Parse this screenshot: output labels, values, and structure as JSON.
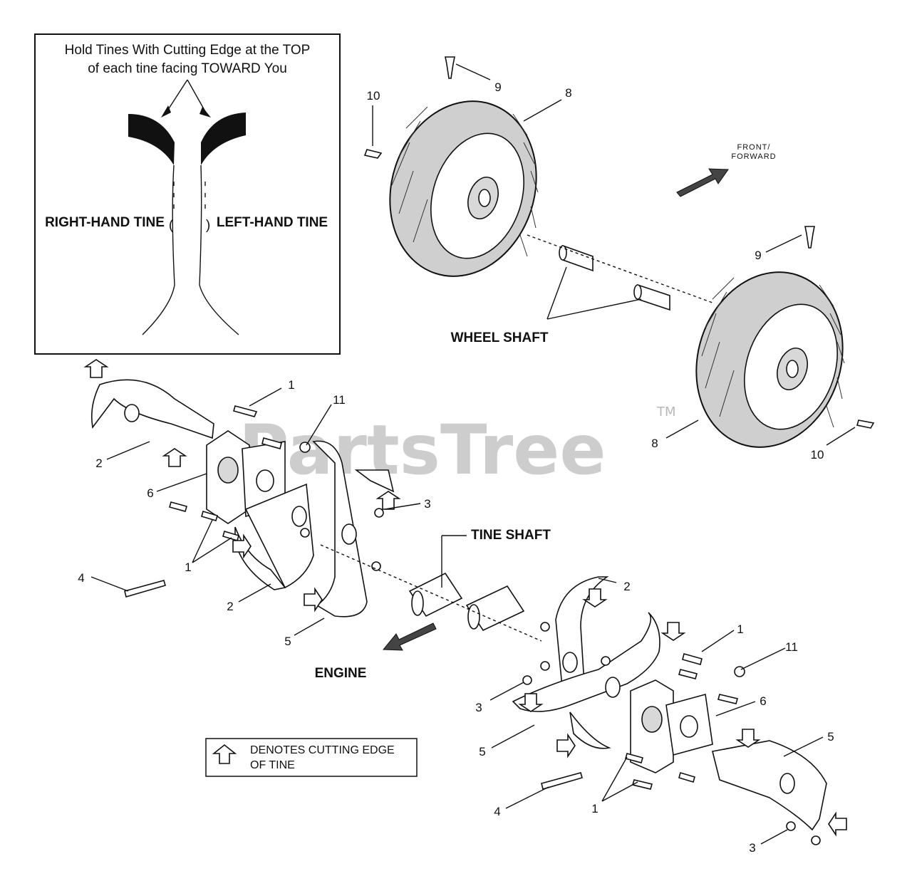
{
  "inset": {
    "instruction_line1": "Hold Tines With Cutting Edge at the TOP",
    "instruction_line2": "of each tine facing TOWARD You",
    "right_hand_label": "RIGHT-HAND TINE",
    "left_hand_label": "LEFT-HAND TINE"
  },
  "labels": {
    "wheel_shaft": "WHEEL SHAFT",
    "tine_shaft": "TINE SHAFT",
    "engine": "ENGINE",
    "front_line1": "FRONT/",
    "front_line2": "FORWARD"
  },
  "legend": {
    "line1": "DENOTES CUTTING EDGE",
    "line2": "OF TINE"
  },
  "watermark": {
    "text": "PartsTree",
    "tm": "TM"
  },
  "callouts": {
    "c9a": "9",
    "c10a": "10",
    "c8a": "8",
    "c9b": "9",
    "c8b": "8",
    "c10b": "10",
    "c1a": "1",
    "c11a": "11",
    "c2a": "2",
    "c6a": "6",
    "c3a": "3",
    "c4a": "4",
    "c1b": "1",
    "c2b": "2",
    "c5a": "5",
    "c2c": "2",
    "c1c": "1",
    "c11b": "11",
    "c3b": "3",
    "c6b": "6",
    "c5b": "5",
    "c5c": "5",
    "c4b": "4",
    "c1d": "1",
    "c3c": "3"
  }
}
